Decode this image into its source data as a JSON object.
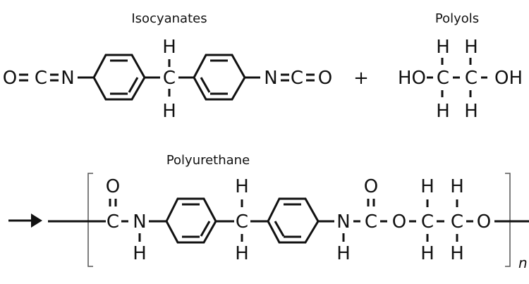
{
  "isocyanate": {
    "title": "Isocyanates",
    "atoms": [
      "O",
      "C",
      "N",
      "H",
      "C",
      "H",
      "N",
      "C",
      "O"
    ]
  },
  "plus": "+",
  "polyol": {
    "title": "Polyols",
    "atoms": [
      "HO",
      "H",
      "C",
      "H",
      "H",
      "C",
      "H",
      "OH"
    ]
  },
  "polyurethane": {
    "title": "Polyurethane",
    "atoms": [
      "O",
      "C",
      "N",
      "H",
      "H",
      "C",
      "H",
      "N",
      "H",
      "O",
      "C",
      "O",
      "H",
      "C",
      "H",
      "H",
      "C",
      "H",
      "O"
    ],
    "repeat_subscript": "n"
  },
  "arrow_icon": "right-arrow"
}
